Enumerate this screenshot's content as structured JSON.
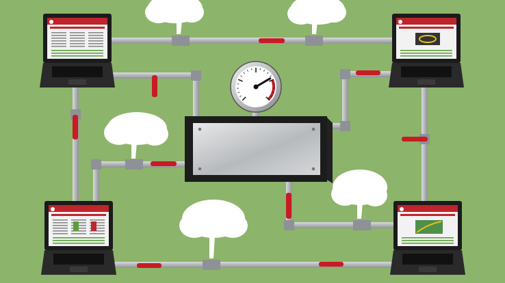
{
  "scene": {
    "subject": "network-of-laptops-connected-by-pipes-to-central-pressure-gauge",
    "background_color": "#8db46b",
    "pipe_color": "#b9bcbf",
    "valve_color": "#c81b23",
    "laptop_screen_header_color": "#c0242b",
    "gauge": {
      "needle_level": 0.72,
      "redline_start": 0.75
    },
    "laptops": [
      {
        "position": "top-left",
        "screen_content": "text-columns"
      },
      {
        "position": "top-right",
        "screen_content": "product-card"
      },
      {
        "position": "bottom-left",
        "screen_content": "text-columns-with-charts"
      },
      {
        "position": "bottom-right",
        "screen_content": "map-panel"
      }
    ],
    "steam_clouds": [
      {
        "position": "top-left-pipe"
      },
      {
        "position": "top-right-pipe"
      },
      {
        "position": "left-middle-pipe"
      },
      {
        "position": "right-middle-pipe"
      },
      {
        "position": "bottom-middle-pipe"
      }
    ]
  }
}
